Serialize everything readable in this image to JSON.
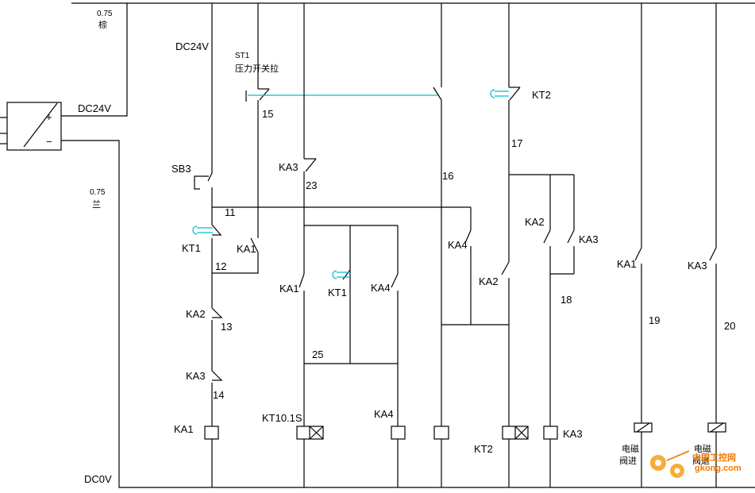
{
  "supply": {
    "wire_top_size": "0.75",
    "wire_top_color": "棕",
    "wire_bottom_size": "0.75",
    "wire_bottom_color": "兰",
    "dc24_right": "DC24V",
    "dc24_top": "DC24V",
    "dc0": "DC0V",
    "plus": "+",
    "minus": "−"
  },
  "contacts": {
    "st1_code": "ST1",
    "st1_name": "压力开关拉",
    "sb3": "SB3",
    "kt1_left": "KT1",
    "ka1_left": "KA1",
    "ka2_left": "KA2",
    "ka3_left": "KA3",
    "ka3_mid": "KA3",
    "ka1_mid": "KA1",
    "kt1_mid": "KT1",
    "ka4_mid": "KA4",
    "ka4_right": "KA4",
    "ka2_right": "KA2",
    "kt2_top": "KT2",
    "ka2_r2": "KA2",
    "ka3_r2": "KA3",
    "ka1_far": "KA1",
    "ka3_far": "KA3"
  },
  "nodes": {
    "n11": "11",
    "n12": "12",
    "n13": "13",
    "n14": "14",
    "n15": "15",
    "n16": "16",
    "n17": "17",
    "n18": "18",
    "n19": "19",
    "n20": "20",
    "n23": "23",
    "n25": "25"
  },
  "coils": {
    "ka1": "KA1",
    "kt1": "KT10.1S",
    "ka4": "KA4",
    "kt2": "KT2",
    "ka3": "KA3",
    "valve1_l1": "电磁",
    "valve1_l2": "阀进",
    "valve2_l1": "电磁",
    "valve2_l2": "阀退"
  },
  "watermark": {
    "line1": "中国工控网",
    "line2": "gkong.com"
  }
}
